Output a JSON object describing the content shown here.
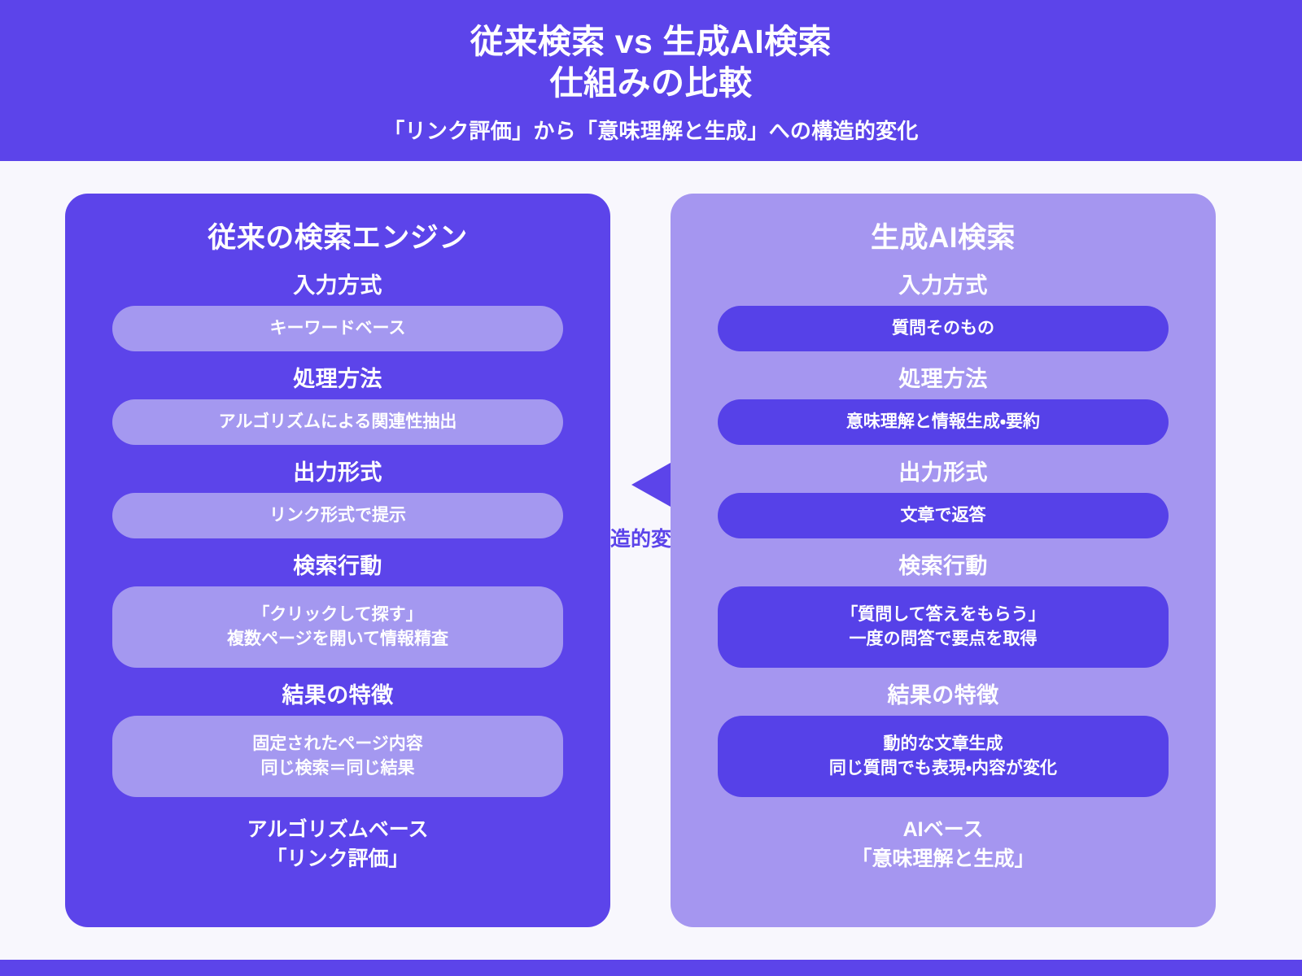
{
  "header": {
    "title": "従来検索 vs 生成AI検索\n仕組みの比較",
    "subtitle": "「リンク評価」から「意味理解と生成」への構造的変化"
  },
  "center": {
    "arrow_label": "造的変化",
    "arrow_direction": "left"
  },
  "panels": {
    "left": {
      "title": "従来の検索エンジン",
      "rows": [
        {
          "label": "入力方式",
          "value": "キーワードベース"
        },
        {
          "label": "処理方法",
          "value": "アルゴリズムによる関連性抽出"
        },
        {
          "label": "出力形式",
          "value": "リンク形式で提示"
        },
        {
          "label": "検索行動",
          "value": "「クリックして探す」\n複数ページを開いて情報精査"
        },
        {
          "label": "結果の特徴",
          "value": "固定されたページ内容\n同じ検索＝同じ結果"
        }
      ],
      "footnote": "アルゴリズムベース\n「リンク評価」"
    },
    "right": {
      "title": "生成AI検索",
      "rows": [
        {
          "label": "入力方式",
          "value": "質問そのもの"
        },
        {
          "label": "処理方法",
          "value": "意味理解と情報生成・要約"
        },
        {
          "label": "出力形式",
          "value": "文章で返答"
        },
        {
          "label": "検索行動",
          "value": "「質問して答えをもらう」\n一度の問答で要点を取得"
        },
        {
          "label": "結果の特徴",
          "value": "動的な文章生成\n同じ質問でも表現・内容が変化"
        }
      ],
      "footnote": "AIベース\n「意味理解と生成」"
    }
  },
  "colors": {
    "brand_purple": "#5C44EA",
    "panel_light": "#A596F0",
    "pill_on_dark": "#A498F0",
    "pill_on_light": "#5641E8",
    "page_background": "#F8F7FD",
    "text_on_panel": "#FFFFFF"
  }
}
